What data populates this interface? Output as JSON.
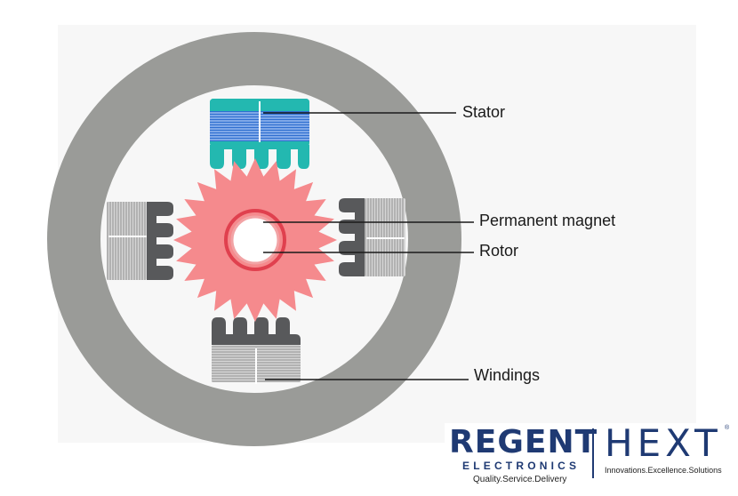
{
  "labels": {
    "stator": "Stator",
    "permanent_magnet": "Permanent magnet",
    "rotor": "Rotor",
    "windings": "Windings"
  },
  "colors": {
    "housing": "#9a9b98",
    "pole_dark": "#58595b",
    "winding_light": "#d6d6d6",
    "highlight_pole": "#23b8b0",
    "highlight_coil": "#2f6fd0",
    "rotor_fill": "#f58a8d",
    "magnet_ring": "#e0404e",
    "brand_blue": "#1f3a73"
  },
  "icons": {
    "stepper_motor": "stepper-motor-cross-section"
  },
  "branding": {
    "regent_name": "REGENT",
    "regent_sub": "ELECTRONICS",
    "regent_tagline": "Quality.Service.Delivery",
    "hext_name": "HEXT",
    "hext_mark": "®",
    "hext_tagline": "Innovations.Excellence.Solutions"
  }
}
